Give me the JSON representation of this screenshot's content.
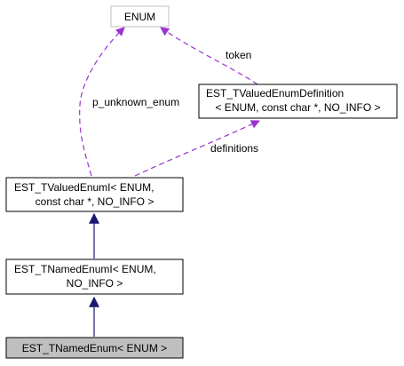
{
  "diagram": {
    "nodes": {
      "enum": {
        "lines": [
          "ENUM"
        ]
      },
      "valued_def": {
        "lines": [
          "EST_TValuedEnumDefinition",
          "< ENUM, const char *, NO_INFO >"
        ]
      },
      "valued_enum": {
        "lines": [
          "EST_TValuedEnumI< ENUM,",
          "const char *, NO_INFO >"
        ]
      },
      "named_enum_i": {
        "lines": [
          "EST_TNamedEnumI< ENUM,",
          "NO_INFO >"
        ]
      },
      "named_enum": {
        "lines": [
          "EST_TNamedEnum< ENUM >"
        ]
      }
    },
    "edge_labels": {
      "token": "token",
      "p_unknown_enum": "p_unknown_enum",
      "definitions": "definitions"
    },
    "colors": {
      "inheritance_edge": "#191970",
      "usage_edge": "#9a32cd",
      "node_border": "#000000",
      "enum_border": "#bfbfbf",
      "highlight_fill": "#bfbfbf"
    }
  }
}
